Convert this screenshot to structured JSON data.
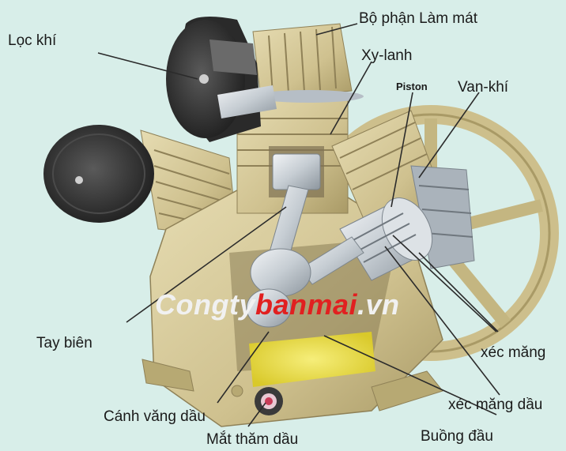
{
  "labels": {
    "bo_phan_lam_mat": "Bộ phận Làm mát",
    "loc_khi": "Lọc khí",
    "xy_lanh": "Xy-lanh",
    "piston": "Piston",
    "van_khi": "Van-khí",
    "tay_bien": "Tay biên",
    "xec_mang": "xéc măng",
    "xec_mang_dau": "xéc măng dầu",
    "canh_vang_dau": "Cánh văng dầu",
    "buong_dau": "Buồng đầu",
    "mat_tham_dau": "Mắt thăm dầu"
  },
  "watermark": {
    "part1": "Congty",
    "part2": "banmai",
    "part3": ".vn"
  },
  "colors": {
    "background": "#d8eee9",
    "body": "#cfc18f",
    "body_shadow": "#a99a66",
    "metal": "#c6cdd3",
    "dark": "#2d2d2d",
    "oil": "#e8dc3a",
    "watermark_red": "#e12020"
  }
}
